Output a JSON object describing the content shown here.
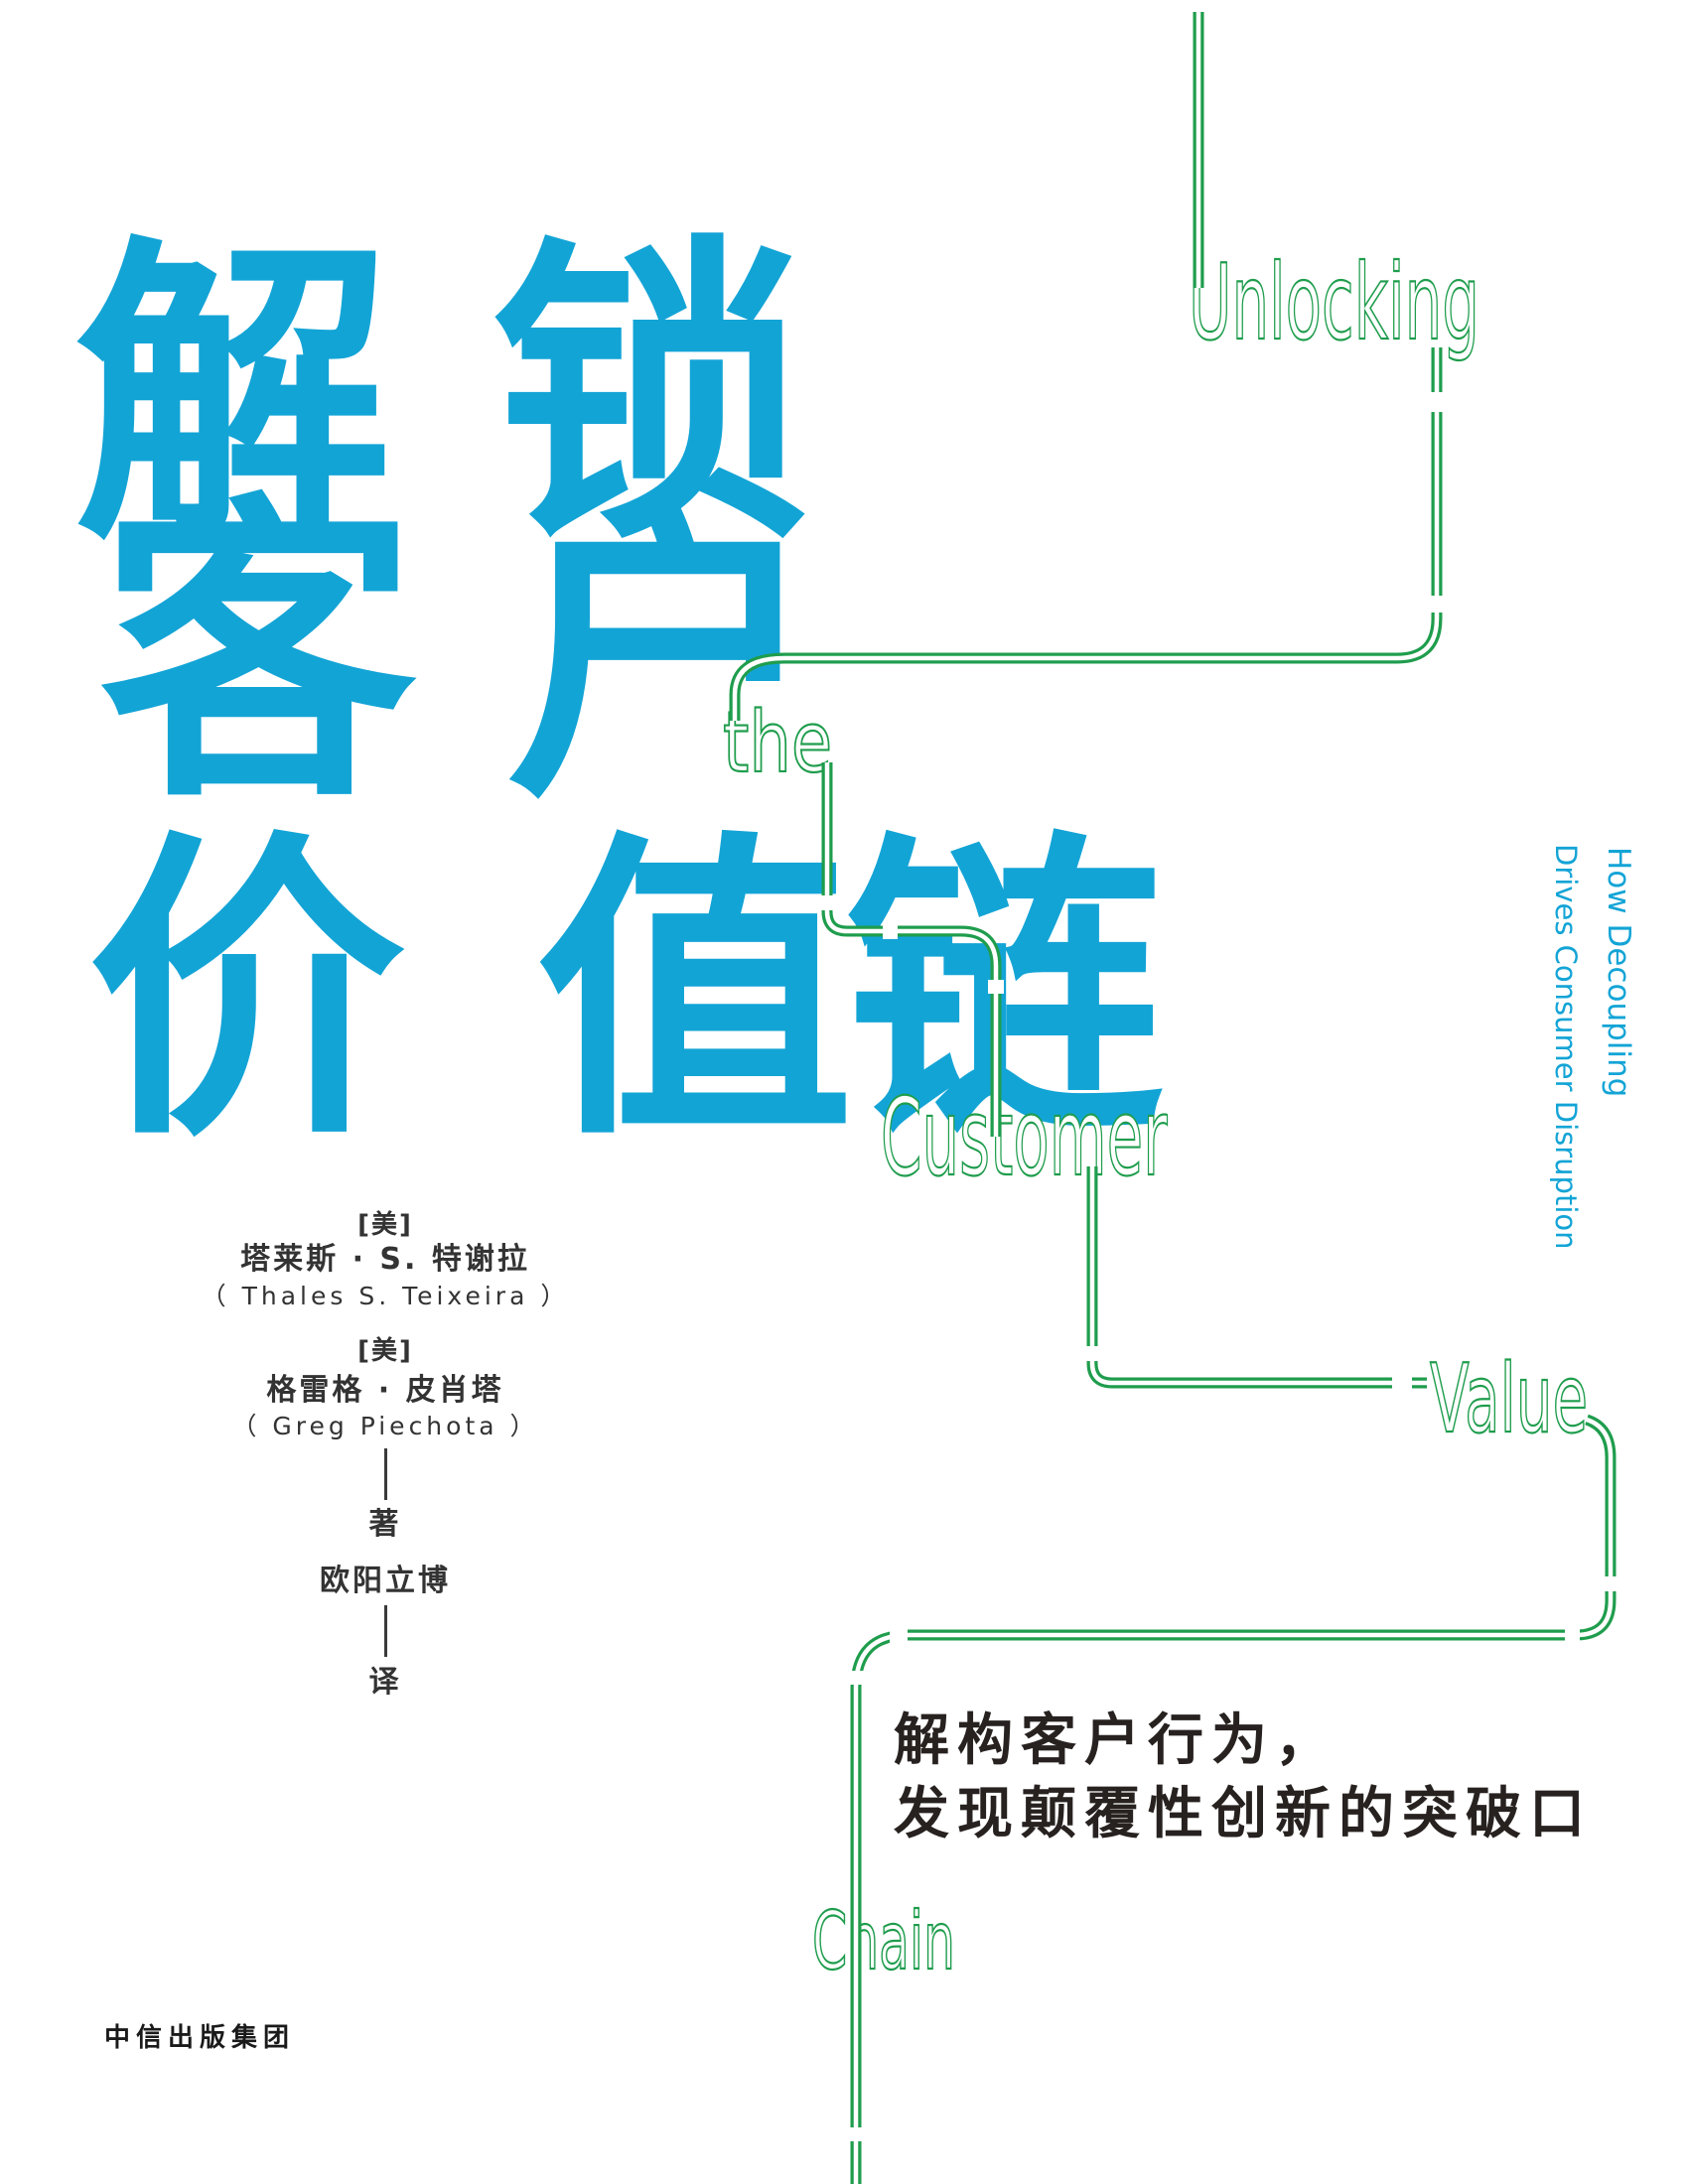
{
  "cover": {
    "title_cn": {
      "row1": [
        "解",
        "锁"
      ],
      "row2": [
        "客",
        "户"
      ],
      "row3": [
        "价",
        "值",
        "链"
      ]
    },
    "title_en": {
      "word1": "Unlocking",
      "word2": "the",
      "word3": "Customer",
      "word4": "Value",
      "word5": "Chain"
    },
    "side_tagline": {
      "line1": "How Decoupling",
      "line2": "Drives Consumer Disruption"
    },
    "authors": {
      "nationality1": "[美]",
      "author1_cn": "塔莱斯 · S. 特谢拉",
      "author1_en": "（ Thales S. Teixeira ）",
      "nationality2": "[美]",
      "author2_cn": "格雷格 · 皮肖塔",
      "author2_en": "（ Greg Piechota ）",
      "role_author": "著",
      "translator_name": "欧阳立博",
      "role_translator": "译"
    },
    "subtitle": {
      "line1": "解构客户行为，",
      "line2": "发现颠覆性创新的突破口"
    },
    "publisher": "中信出版集团",
    "colors": {
      "cyan": "#13a4d6",
      "green": "#1f9d4d",
      "ink": "#333333"
    }
  }
}
